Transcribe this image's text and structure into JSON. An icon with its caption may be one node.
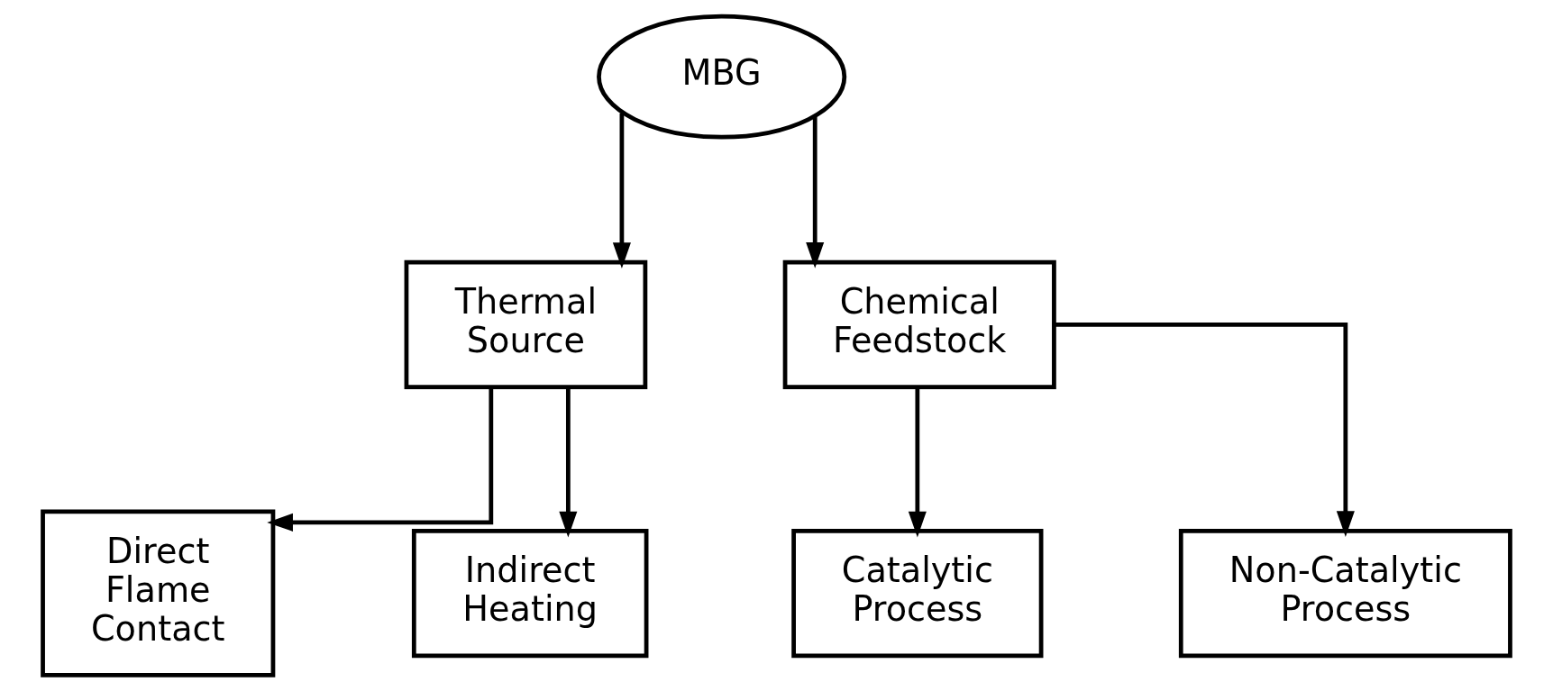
{
  "diagram": {
    "nodes": [
      {
        "text": [
          "MBG"
        ]
      },
      {
        "text": [
          "Thermal Source"
        ]
      },
      {
        "text": [
          "Chemical Feedstock"
        ]
      },
      {
        "text": [
          "Direct Flame Contact"
        ]
      },
      {
        "text": [
          "Indirect Heating"
        ]
      },
      {
        "text": [
          "Catalytic Process"
        ]
      },
      {
        "text": [
          "Non-Catalytic Process"
        ]
      }
    ],
    "edges": [
      {
        "from": 0,
        "to": 1,
        "arrow": "to"
      },
      {
        "from": 0,
        "to": 2,
        "arrow": "to"
      },
      {
        "from": 1,
        "to": 3,
        "arrow": "to"
      },
      {
        "from": 1,
        "to": 4,
        "arrow": "to"
      },
      {
        "from": 2,
        "to": 5,
        "arrow": "to"
      },
      {
        "from": 2,
        "to": 6,
        "arrow": "to"
      }
    ]
  }
}
